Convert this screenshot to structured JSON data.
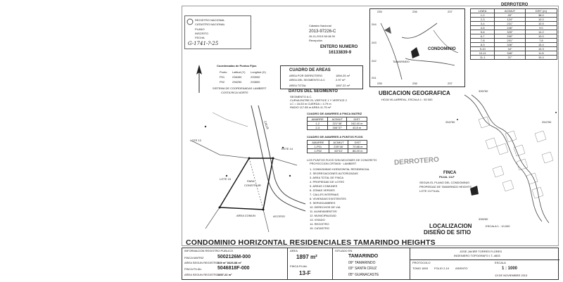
{
  "stamp": {
    "lines": [
      "REGISTRO NACIONAL",
      "CATASTRO NACIONAL",
      "PLANO",
      "INSCRITO",
      "FECHA"
    ],
    "handwritten": "G-1741-?-25"
  },
  "catastro": {
    "label": "Catastro Nacional",
    "number": "2013-97226-C",
    "datetime": "26-11-2013 08:18:39",
    "sub": "Recepción",
    "entero_label": "ENTERO NUMERO",
    "entero_number": "16133839-9"
  },
  "coords": {
    "title": "Coordenadas de Puntos Fijos",
    "headers": [
      "Punto",
      "Latitud (Y)",
      "Longitud (X)"
    ],
    "rows": [
      [
        "P01",
        "238450",
        "233900"
      ],
      [
        "P02",
        "236250",
        "233800"
      ]
    ],
    "note1": "SISTEMA DE COORDENADAS LAMBERT",
    "note2": "COSTA RICA NORTE"
  },
  "areas": {
    "title": "CUADRO DE AREAS",
    "rows": [
      [
        "AREA POR DERROTERO",
        "1894.25 m²"
      ],
      [
        "AREA DEL SEGMENTO A.C",
        "2.97 m²"
      ],
      [
        "AREA TOTAL",
        "1897.22 m²"
      ]
    ]
  },
  "segmento": {
    "title": "DATOS DEL SEGMENTO",
    "lines": [
      "SEGMENTO A.C.",
      "CURVA ENTRE EL VERTICE 1 Y VERTICE 2",
      "LC = 16.63 m  CUERDA = 4.79 m",
      "RADIO 117.85 m  AREA 11.75 m²"
    ]
  },
  "amarre1": {
    "title": "CUADRO DE AMARRES A FINCA MATRIZ",
    "headers": [
      "AMARRE",
      "ACIMUT",
      "DIST"
    ],
    "rows": [
      [
        "1-2",
        "221°48'",
        "162.40 m"
      ],
      [
        "2-3",
        "306°37'",
        "40.8 m"
      ]
    ]
  },
  "amarre2": {
    "title": "CUADRO DE AMARRES A PUNTOS FIJOS",
    "headers": [
      "AMARRE",
      "ACIMUT",
      "DIST"
    ],
    "rows": [
      [
        "1-P01",
        "239°46'",
        "70.88 m"
      ],
      [
        "1-P02",
        "60°43'",
        "86.20 m"
      ]
    ]
  },
  "ubicacion": {
    "header": "UBICACION GEOGRAFICA",
    "sub": "HOJA VILLARREAL, ESCALA 1 : 50 000",
    "condominio": "CONDOMINIO",
    "tamarindo": "TAMARINDO",
    "top_numbers": [
      "235",
      "236",
      "237"
    ],
    "bottom_numbers": [
      "235",
      "236",
      "237"
    ],
    "side_numbers": [
      "244",
      "243",
      "242",
      "241"
    ]
  },
  "derrotero": {
    "title": "DERROTERO",
    "headers": [
      "LINEA",
      "ACIMUT",
      "DIST (m)"
    ],
    "rows": [
      [
        "1-2",
        "49°",
        "38.0"
      ],
      [
        "2-3",
        "124°",
        "10.0"
      ],
      [
        "3-4",
        "231°",
        "10.5"
      ],
      [
        "4-5",
        "246°",
        "9.0"
      ],
      [
        "5-6",
        "325°",
        "14.2"
      ],
      [
        "6-7",
        "290°",
        "10.0"
      ],
      [
        "7-8",
        "291°",
        "7.8"
      ],
      [
        "8-9",
        "346°",
        "15.4"
      ],
      [
        "9-10",
        "34°",
        "10.3"
      ],
      [
        "10-11",
        "346°",
        "11.8"
      ],
      [
        "11-1",
        "21°",
        "10.4"
      ]
    ]
  },
  "notes": {
    "lines": [
      "LOS PUNTOS FIJOS SON MOJONES DE CONCRETO",
      "PROYECCION CRTM05 · LAMBERT",
      "1. CONDOMINIO HORIZONTAL RESIDENCIAL",
      "2. SEGREGACIONES AUTORIZADAS",
      "3. AREA TOTAL DE FINCA",
      "4. PROPIEDAD DE LOTES",
      "5. AREAS COMUNES",
      "6. ZONAS VERDES",
      "7. CALLES INTERNAS",
      "8. VIVIENDAS EXISTENTES",
      "9. SERVIDUMBRES",
      "10. DERECHOS DE VIA",
      "11. ALINEAMIENTOS",
      "12. MUNICIPALIDAD",
      "13. VISADO",
      "14. REGISTRO",
      "15. CATASTRO"
    ]
  },
  "finca": {
    "title": "FINCA",
    "sub": "FILIAL 13-F",
    "lines": [
      "SEGUN EL PLANO DEL CONDOMINIO",
      "PROPIEDAD DE TAMARINDO HEIGHTS",
      "LOTE 13 FILIAL"
    ],
    "coords": [
      "335750",
      "254750",
      "254750",
      "335250"
    ]
  },
  "localizacion": {
    "title1": "LOCALIZACION",
    "title2": "DISEÑO DE SITIO",
    "scale": "ESCALA 1 : 10,000"
  },
  "drawing": {
    "labels": [
      "PARA",
      "CONSTRUIR",
      "LOTE 12",
      "LOTE 14",
      "LOTE 15",
      "CALLE",
      "AREA COMUN",
      "ACCESO"
    ],
    "zone": "DERROTERO"
  },
  "title": "CONDOMINIO HORIZONTAL RESIDENCIALES TAMARINDO HEIGHTS",
  "bottom": {
    "c1_title": "INFORMACION REGISTRO PUBLICO",
    "finca_matriz_label": "FINCA MATRIZ",
    "finca_matriz": "5002126M-000",
    "area_matriz_label": "AREA SEGUN REGISTRO",
    "area_matriz": "849 m² 8426.88 m²",
    "finca_filial_label": "FINCA FILIAL",
    "finca_filial": "5046818F-000",
    "area_filial_label": "AREA SEGUN REGISTRO",
    "area_filial": "1897.22 m²",
    "area_label": "AREA",
    "area": "1897 m²",
    "finca_label": "FINCA FILIAL",
    "finca": "13-F",
    "situado_label": "SITUADO EN",
    "situado": "TAMARINDO",
    "distrito": "09° TAMARINDO",
    "canton": "03° SANTA CRUZ",
    "provincia": "05° GUANACASTE",
    "profesional_lines": [
      "JOSE JAVIER TORRES FLORES",
      "INGENIERO TOPOGRAFO I.T.-4603"
    ],
    "protocolo_label": "PROTOCOLO",
    "tomo": "TOMO 1893",
    "folio": "FOLIO 2-10",
    "asiento": "ASIENTO",
    "escala_label": "ESCALA",
    "escala": "1 : 1000",
    "fecha": "13 DE NOVIEMBRE 2013"
  }
}
